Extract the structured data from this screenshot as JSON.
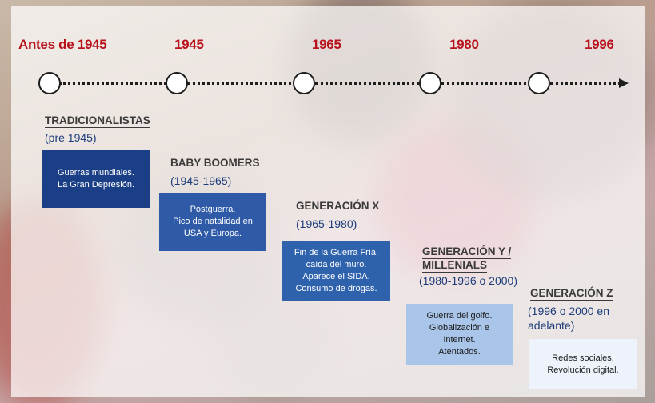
{
  "timeline": {
    "years": [
      "Antes de 1945",
      "1945",
      "1965",
      "1980",
      "1996"
    ],
    "colors": {
      "year": "#b8121d",
      "axis": "#1d1d1d"
    }
  },
  "generations": [
    {
      "title": "TRADICIONALISTAS",
      "range": "(pre 1945)",
      "description": "Guerras mundiales.\nLa Gran Depresión.",
      "box_color": "#1b3f86",
      "text_color": "#ffffff"
    },
    {
      "title": "BABY BOOMERS",
      "range": "(1945-1965)",
      "description": "Postguerra.\nPico de natalidad en\nUSA y Europa.",
      "box_color": "#2e5aa8",
      "text_color": "#ffffff"
    },
    {
      "title": "GENERACIÓN X",
      "range": "(1965-1980)",
      "description": "Fin de la Guerra Fría,\ncaída del muro.\nAparece el SIDA.\nConsumo de drogas.",
      "box_color": "#2f62ad",
      "text_color": "#ffffff"
    },
    {
      "title": "GENERACIÓN Y / MILLENIALS",
      "range": "(1980-1996 o 2000)",
      "description": "Guerra del golfo.\nGlobalización e\nInternet.\nAtentados.",
      "box_color": "#a9c5ea",
      "text_color": "#1a1a1a"
    },
    {
      "title": "GENERACIÓN Z",
      "range": "(1996 o 2000 en adelante)",
      "description": "Redes sociales.\nRevolución digital.",
      "box_color": "#eef3fb",
      "text_color": "#1a1a1a"
    }
  ]
}
